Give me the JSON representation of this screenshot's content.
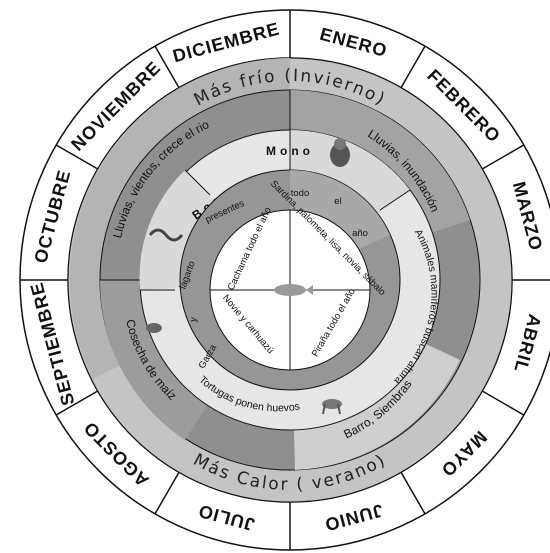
{
  "months": [
    "ENERO",
    "FEBRERO",
    "MARZO",
    "ABRIL",
    "MAYO",
    "JUNIO",
    "JULIO",
    "AGOSTO",
    "SEPTIEMBRE",
    "OCTUBRE",
    "NOVIEMBRE",
    "DICIEMBRE"
  ],
  "seasons": {
    "cold": "Más frío (Invierno)",
    "hot": "Más Calor ( verano)"
  },
  "ring_events": {
    "rains_winds": "Lluvias, vientos, crece el rio",
    "rains_flood": "Lluvias, inundación",
    "maize_harvest": "Cosecha de maíz",
    "mud_sowing": "Barro, Siembras"
  },
  "animals": {
    "boa": "Boa",
    "mono": "Mono",
    "mammals": "Animales mamíferos buscan altura",
    "turtles": "Tortugas ponen huevos"
  },
  "inner": {
    "todo": "todo",
    "el": "el",
    "anio": "año",
    "presentes": "presentes",
    "lagarto": "lagarto",
    "y": "y",
    "garza": "Garza",
    "cachama": "Cachama todo el año",
    "sardina": "Sardina, palometa, lisa, novia, sábalo",
    "piraña": "Piraña todo el año",
    "novie": "Novie y carhuazú"
  },
  "colors": {
    "ring_outer": "#ffffff",
    "ring_season": "#bfbfbf",
    "ring_season_dark": "#a6a6a6",
    "ring_events": "#8c8c8c",
    "ring_events_light": "#c8c8c8",
    "ring_animals": "#e4e4e4",
    "ring_inner": "#8c8c8c",
    "center": "#ffffff"
  }
}
